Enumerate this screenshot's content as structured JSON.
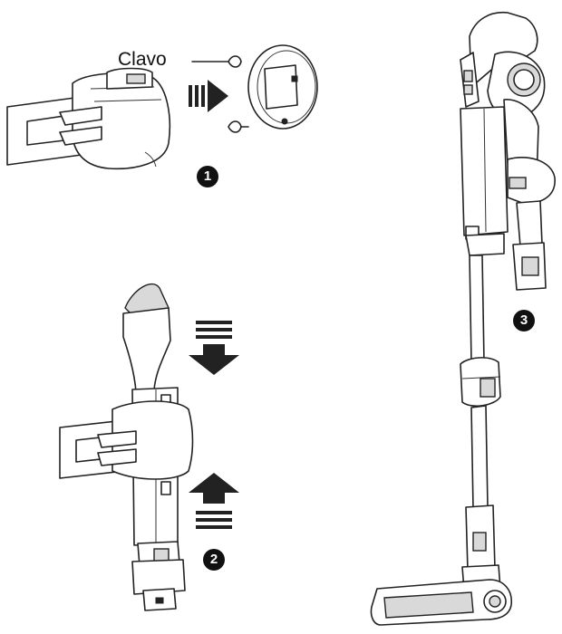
{
  "labels": {
    "clavo": "Clavo"
  },
  "steps": [
    {
      "number": "1"
    },
    {
      "number": "2"
    },
    {
      "number": "3"
    }
  ],
  "colors": {
    "line": "#222222",
    "badge": "#111111",
    "background": "#ffffff"
  }
}
